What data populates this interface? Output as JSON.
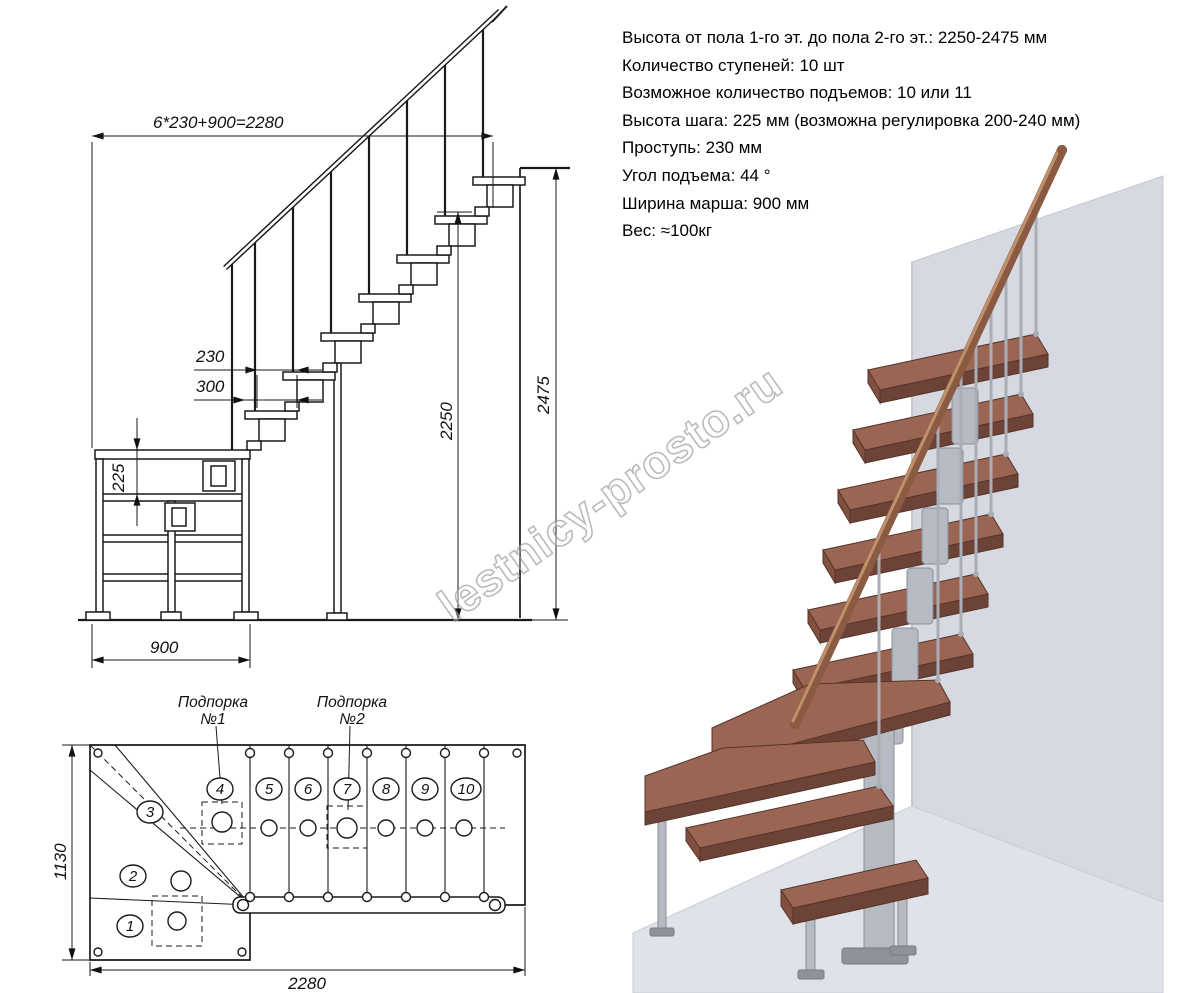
{
  "specs": {
    "lines": [
      "Высота от пола 1-го эт. до пола 2-го эт.: 2250-2475 мм",
      "Количество ступеней: 10 шт",
      "Возможное количество подъемов: 10 или 11",
      "Высота шага: 225 мм (возможна регулировка 200-240 мм)",
      "Проступь: 230 мм",
      "Угол подъема: 44 °",
      "Ширина марша: 900 мм",
      "Вес: ≈100кг"
    ]
  },
  "elevation": {
    "dims": {
      "top": "6*230+900=2280",
      "tread": "230",
      "board": "300",
      "riser": "225",
      "stair_height": "2250",
      "floor_height": "2475",
      "width": "900"
    }
  },
  "plan": {
    "supports": {
      "s1_line1": "Подпорка",
      "s1_line2": "№1",
      "s2_line1": "Подпорка",
      "s2_line2": "№2"
    },
    "dims": {
      "depth": "1130",
      "length": "2280"
    },
    "steps": [
      "1",
      "2",
      "3",
      "4",
      "5",
      "6",
      "7",
      "8",
      "9",
      "10"
    ]
  },
  "watermark": "lestnicy-prosto.ru",
  "colors": {
    "line": "#1a1a1a",
    "wood_top": "#9b6553",
    "wood_front": "#6e4337",
    "wall": "#d6d9e1",
    "floor": "#dfe2e8",
    "metal": "#b6bac2",
    "rail": "#8a5a42",
    "watermark": "#b9b9b9"
  }
}
